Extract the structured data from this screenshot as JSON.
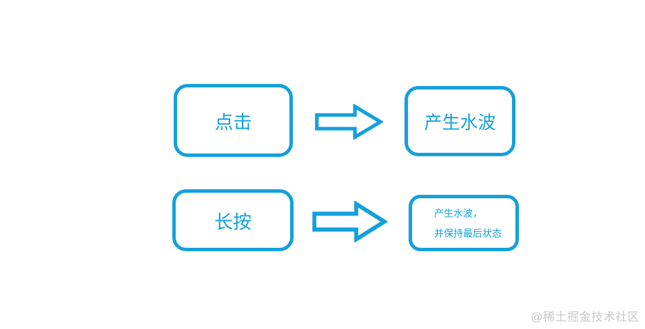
{
  "colors": {
    "accent": "#14a0dc",
    "background": "#ffffff",
    "watermark_gray": "#c9c9c9"
  },
  "diagram": {
    "rows": [
      {
        "trigger_label": "点击",
        "result_lines": [
          "产生水波"
        ]
      },
      {
        "trigger_label": "长按",
        "result_lines": [
          "产生水波，",
          "并保持最后状态"
        ]
      }
    ],
    "arrow_icon": "right-block-arrow"
  },
  "watermark": "@稀土掘金技术社区"
}
